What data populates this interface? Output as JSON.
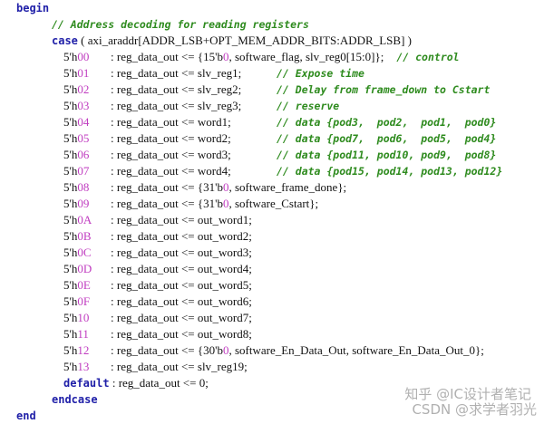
{
  "code": {
    "begin": "begin",
    "comment_header": "// Address decoding for reading registers",
    "case_kw": "case",
    "case_expr": " ( axi_araddr[ADDR_LSB+OPT_MEM_ADDR_BITS:ADDR_LSB] )",
    "rows": [
      {
        "prefix": "5'h",
        "addr": "00",
        "code": [
          {
            "t": ": reg_data_out <= {15'b"
          },
          {
            "t": "0",
            "n": true
          },
          {
            "t": ", software_flag, slv_reg0[15:0]};"
          }
        ],
        "comment": "// control"
      },
      {
        "prefix": "5'h",
        "addr": "01",
        "code": [
          {
            "t": ": reg_data_out <= slv_reg1;"
          }
        ],
        "comment": "// Expose time"
      },
      {
        "prefix": "5'h",
        "addr": "02",
        "code": [
          {
            "t": ": reg_data_out <= slv_reg2;"
          }
        ],
        "comment": "// Delay from frame_down to Cstart"
      },
      {
        "prefix": "5'h",
        "addr": "03",
        "code": [
          {
            "t": ": reg_data_out <= slv_reg3;"
          }
        ],
        "comment": "// reserve"
      },
      {
        "prefix": "5'h",
        "addr": "04",
        "code": [
          {
            "t": ": reg_data_out <= word1;"
          }
        ],
        "comment": "// data {pod3,  pod2,  pod1,  pod0}"
      },
      {
        "prefix": "5'h",
        "addr": "05",
        "code": [
          {
            "t": ": reg_data_out <= word2;"
          }
        ],
        "comment": "// data {pod7,  pod6,  pod5,  pod4}"
      },
      {
        "prefix": "5'h",
        "addr": "06",
        "code": [
          {
            "t": ": reg_data_out <= word3;"
          }
        ],
        "comment": "// data {pod11, pod10, pod9,  pod8}"
      },
      {
        "prefix": "5'h",
        "addr": "07",
        "code": [
          {
            "t": ": reg_data_out <= word4;"
          }
        ],
        "comment": "// data {pod15, pod14, pod13, pod12}"
      },
      {
        "prefix": "5'h",
        "addr": "08",
        "code": [
          {
            "t": ": reg_data_out <= {31'b"
          },
          {
            "t": "0",
            "n": true
          },
          {
            "t": ", software_frame_done};"
          }
        ]
      },
      {
        "prefix": "5'h",
        "addr": "09",
        "code": [
          {
            "t": ": reg_data_out <= {31'b"
          },
          {
            "t": "0",
            "n": true
          },
          {
            "t": ", software_Cstart};"
          }
        ]
      },
      {
        "prefix": "5'h",
        "addr": "0A",
        "code": [
          {
            "t": ": reg_data_out <= out_word1;"
          }
        ]
      },
      {
        "prefix": "5'h",
        "addr": "0B",
        "code": [
          {
            "t": ": reg_data_out <= out_word2;"
          }
        ]
      },
      {
        "prefix": "5'h",
        "addr": "0C",
        "code": [
          {
            "t": ": reg_data_out <= out_word3;"
          }
        ]
      },
      {
        "prefix": "5'h",
        "addr": "0D",
        "code": [
          {
            "t": ": reg_data_out <= out_word4;"
          }
        ]
      },
      {
        "prefix": "5'h",
        "addr": "0E",
        "code": [
          {
            "t": ": reg_data_out <= out_word5;"
          }
        ]
      },
      {
        "prefix": "5'h",
        "addr": "0F",
        "code": [
          {
            "t": ": reg_data_out <= out_word6;"
          }
        ]
      },
      {
        "prefix": "5'h",
        "addr": "10",
        "code": [
          {
            "t": ": reg_data_out <= out_word7;"
          }
        ]
      },
      {
        "prefix": "5'h",
        "addr": "11",
        "code": [
          {
            "t": ": reg_data_out <= out_word8;"
          }
        ]
      },
      {
        "prefix": "5'h",
        "addr": "12",
        "code": [
          {
            "t": ": reg_data_out <= {30'b"
          },
          {
            "t": "0",
            "n": true
          },
          {
            "t": ", software_En_Data_Out, software_En_Data_Out_0};"
          }
        ]
      },
      {
        "prefix": "5'h",
        "addr": "13",
        "code": [
          {
            "t": ": reg_data_out <= slv_reg19;"
          }
        ]
      }
    ],
    "default_kw": "default",
    "default_code": " : reg_data_out <= 0;",
    "endcase": "endcase",
    "end": "end"
  },
  "watermark": {
    "zhihu": "知乎 @IC设计者笔记",
    "csdn": "CSDN @求学者羽光"
  },
  "colors": {
    "keyword": "#1f1fa8",
    "comment": "#2e8b1e",
    "number": "#c03cc0"
  }
}
